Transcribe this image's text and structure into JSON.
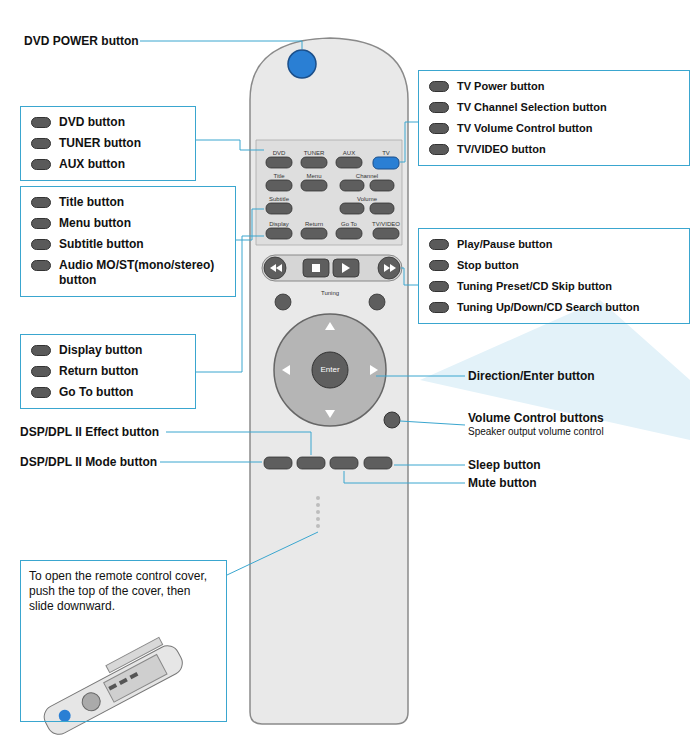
{
  "diagram": {
    "nodes": [
      {
        "text": [
          "DVD button",
          "TUNER button",
          "AUX button"
        ]
      },
      {
        "text": [
          "Title button",
          "Menu button",
          "Subtitle button",
          "Audio MO/ST(mono/stereo) button"
        ]
      },
      {
        "text": [
          "Display button",
          "Return button",
          "Go To button"
        ]
      },
      {
        "text": [
          "TV Power button",
          "TV Channel Selection button",
          "TV Volume Control button",
          "TV/VIDEO button"
        ]
      },
      {
        "text": [
          "Play/Pause button",
          "Stop button",
          "Tuning Preset/CD Skip button",
          "Tuning Up/Down/CD Search button"
        ]
      },
      {
        "text": [
          "To open the remote control cover, push the top of the cover, then slide downward."
        ]
      }
    ],
    "labels": [
      "DVD POWER button",
      "Direction/Enter button",
      "DSP/DPL II Effect button",
      "DSP/DPL II Mode button",
      "Volume Control buttons",
      "Speaker output volume control",
      "Sleep button",
      "Mute button",
      "DVD",
      "TUNER",
      "AUX",
      "TV",
      "Title",
      "Menu",
      "Channel",
      "Subtitle",
      "Volume",
      "Display",
      "Return",
      "Go To",
      "TV/VIDEO",
      "Enter",
      "Tuning"
    ]
  }
}
